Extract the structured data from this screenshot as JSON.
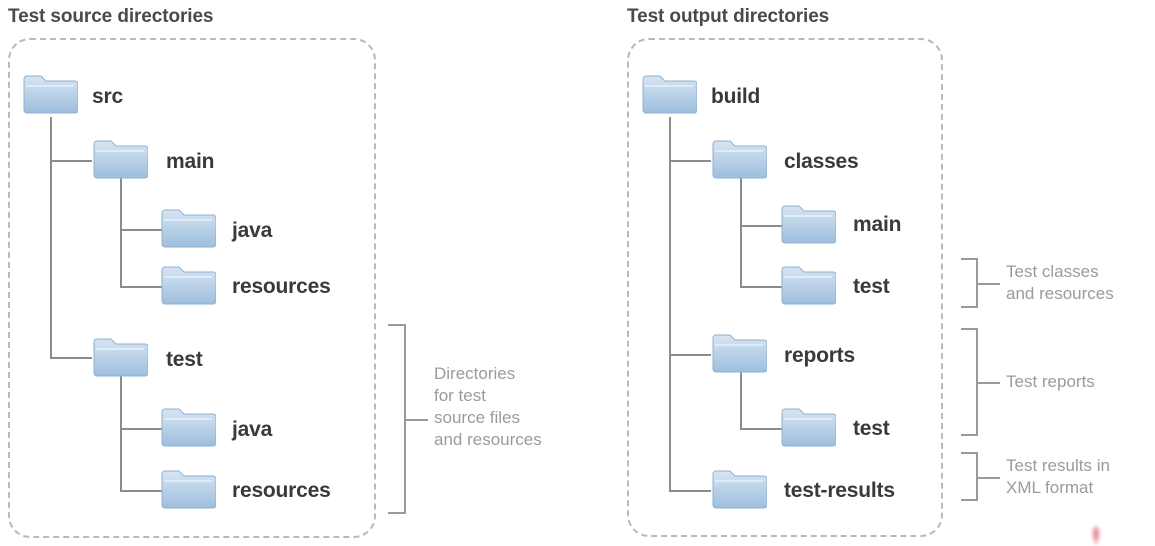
{
  "diagram": {
    "title_left": "Test source directories",
    "title_right": "Test output directories",
    "colors": {
      "folder_light": "#cfdff0",
      "folder_mid": "#a9c6e2",
      "folder_dark": "#8fb2d6",
      "line": "#8c8c8c",
      "dash_border": "#b9b9b9",
      "label_text": "#3a3a3a",
      "title_text": "#4a4a4a",
      "anno_text": "#9b9b9b",
      "artifact": "#d6465e"
    }
  },
  "left_panel": {
    "title": "Test source directories",
    "nodes": [
      {
        "name": "src",
        "label": "src",
        "depth": 0,
        "icon": "folder-icon"
      },
      {
        "name": "main",
        "label": "main",
        "depth": 1,
        "icon": "folder-icon"
      },
      {
        "name": "java",
        "label": "java",
        "depth": 2,
        "icon": "folder-icon"
      },
      {
        "name": "resources",
        "label": "resources",
        "depth": 2,
        "icon": "folder-icon"
      },
      {
        "name": "test",
        "label": "test",
        "depth": 1,
        "icon": "folder-icon"
      },
      {
        "name": "test-java",
        "label": "java",
        "depth": 2,
        "icon": "folder-icon"
      },
      {
        "name": "test-resources",
        "label": "resources",
        "depth": 2,
        "icon": "folder-icon"
      }
    ],
    "annotations": [
      {
        "name": "test-sources-annotation",
        "text": "Directories\nfor test\nsource files\nand resources"
      }
    ]
  },
  "right_panel": {
    "title": "Test output directories",
    "nodes": [
      {
        "name": "build",
        "label": "build",
        "depth": 0,
        "icon": "folder-icon"
      },
      {
        "name": "classes",
        "label": "classes",
        "depth": 1,
        "icon": "folder-icon"
      },
      {
        "name": "classes-main",
        "label": "main",
        "depth": 2,
        "icon": "folder-icon"
      },
      {
        "name": "classes-test",
        "label": "test",
        "depth": 2,
        "icon": "folder-icon"
      },
      {
        "name": "reports",
        "label": "reports",
        "depth": 1,
        "icon": "folder-icon"
      },
      {
        "name": "reports-test",
        "label": "test",
        "depth": 2,
        "icon": "folder-icon"
      },
      {
        "name": "test-results",
        "label": "test-results",
        "depth": 1,
        "icon": "folder-icon"
      }
    ],
    "annotations": [
      {
        "name": "test-classes-annotation",
        "text": "Test classes\nand resources"
      },
      {
        "name": "test-reports-annotation",
        "text": "Test reports"
      },
      {
        "name": "test-results-annotation",
        "text": "Test results in\nXML format"
      }
    ]
  }
}
